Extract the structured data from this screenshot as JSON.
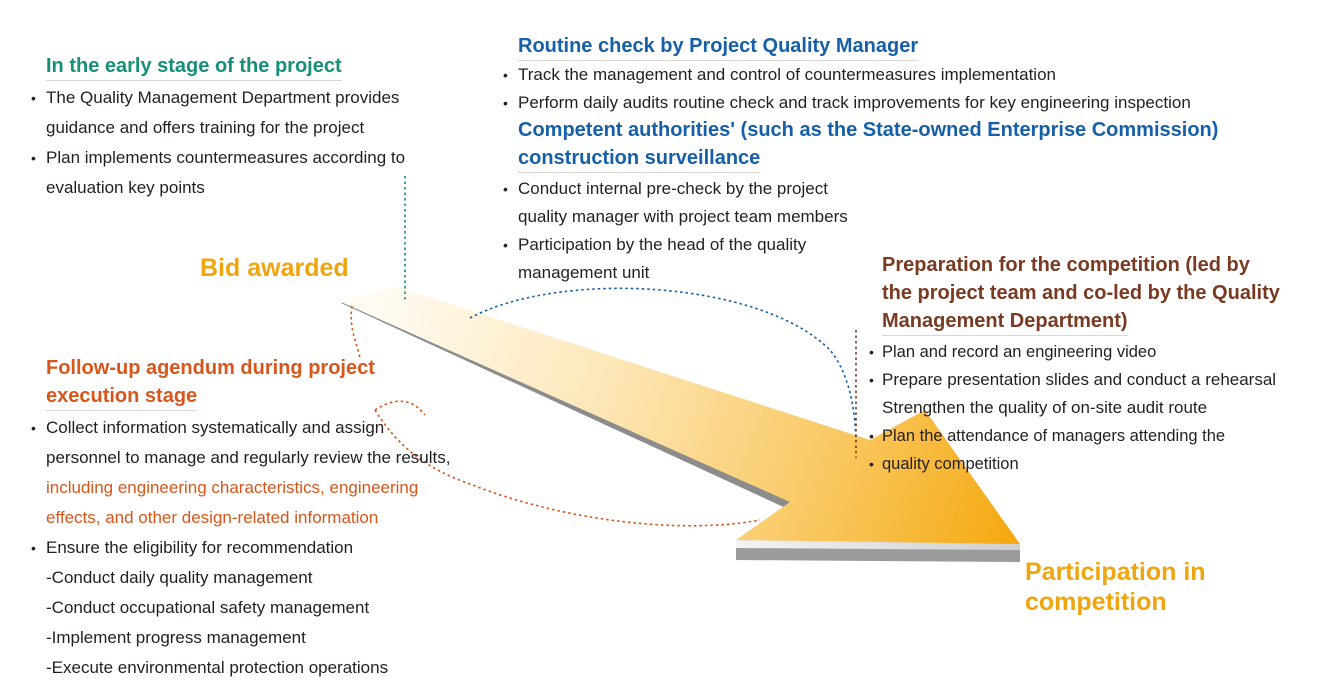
{
  "stages": {
    "start": "Bid awarded",
    "end_line1": "Participation in",
    "end_line2": "competition"
  },
  "early_stage": {
    "title": "In the early stage of the project",
    "items": [
      {
        "line1": "The Quality Management Department  provides",
        "line2": "guidance and offers training for the project"
      },
      {
        "line1": "Plan implements countermeasures according to",
        "line2": "evaluation key points"
      }
    ]
  },
  "routine_check": {
    "title": "Routine check by Project Quality Manager",
    "items": [
      "Track the management and control of countermeasures implementation",
      "Perform daily audits routine check and track improvements for key engineering inspection"
    ]
  },
  "authorities": {
    "title_line1": "Competent authorities' (such as the State-owned Enterprise Commission)",
    "title_line2": "construction surveillance",
    "items": [
      {
        "line1": "Conduct internal pre-check by the project",
        "line2": "quality manager with project team members"
      },
      {
        "line1": "Participation by the head of the quality",
        "line2": "management unit"
      }
    ]
  },
  "preparation": {
    "title_line1": "Preparation for the competition (led by",
    "title_line2": "the project team and co-led by the Quality",
    "title_line3": "Management Department)",
    "items": [
      {
        "line1": "Plan and record an engineering video",
        "line2": ""
      },
      {
        "line1": "Prepare presentation slides and conduct a rehearsal",
        "line2": "Strengthen the quality of on-site audit route"
      },
      {
        "line1": "Plan the attendance of managers attending the",
        "line2": ""
      },
      {
        "line1": "quality competition",
        "line2": ""
      }
    ]
  },
  "follow_up": {
    "title_line1": "Follow-up agendum during project",
    "title_line2": "execution stage",
    "item1": {
      "line1": "Collect information systematically and assign",
      "line2": "personnel to manage and regularly review the results,",
      "line3": "including engineering characteristics, engineering",
      "line4": "effects, and other design-related information"
    },
    "item2": {
      "line1": "Ensure the eligibility for recommendation",
      "subs": [
        "-Conduct daily quality management",
        "-Conduct occupational safety management",
        "-Implement progress management",
        "-Execute environmental protection operations"
      ]
    }
  },
  "bullet_symbol": "•",
  "colors": {
    "arrow_start": "#fffaf0",
    "arrow_end": "#f5a80e",
    "green": "#17907a",
    "blue": "#1560a8",
    "orange": "#d8561c",
    "brown": "#7a3a22",
    "stage_label": "#f0a50e"
  }
}
